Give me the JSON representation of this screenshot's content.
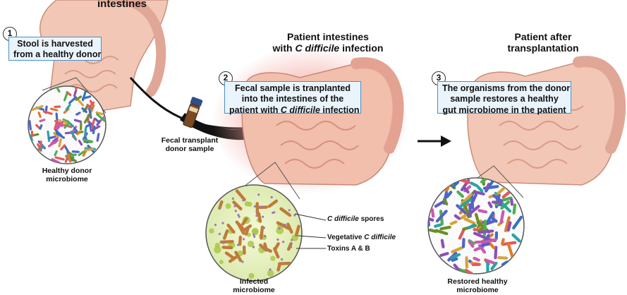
{
  "top_left_heading": "intestines",
  "step1": {
    "number": "1",
    "line1": "Stool is harvested",
    "line2": "from a healthy donor"
  },
  "healthy_donor_label": {
    "line1": "Healthy donor",
    "line2": "microbiome"
  },
  "transplant_label": {
    "line1": "Fecal transplant",
    "line2": "donor sample"
  },
  "infected_heading": {
    "line1": "Patient intestines",
    "line2_pre": "with ",
    "line2_italic": "C difficile",
    "line2_post": " infection"
  },
  "step2": {
    "number": "2",
    "line1": "Fecal sample is tranplanted",
    "line2": "into the intestines of the",
    "line3_pre": "patient with ",
    "line3_italic": "C difficile",
    "line3_post": " infection"
  },
  "legend": {
    "spores_italic": "C difficile",
    "spores_post": " spores",
    "vegetative_pre": "Vegetative ",
    "vegetative_italic": "C difficile",
    "toxins": "Toxins A & B"
  },
  "infected_label": {
    "line1": "Infected",
    "line2": "microbiome"
  },
  "after_heading": {
    "line1": "Patient after",
    "line2": "transplantation"
  },
  "step3": {
    "number": "3",
    "line1": "The organisms from the donor",
    "line2": "sample restores a healthy",
    "line3": "gut microbiome in the patient"
  },
  "restored_label": {
    "line1": "Restored healthy",
    "line2": "microbiome"
  },
  "colors": {
    "intestine_fill": "#f3c7b5",
    "intestine_stroke": "#c98f7c",
    "infected_glow": "#f2a7a0",
    "callout_border": "#4a8fc9",
    "callout_fill": "#eaf4fc",
    "arrow": "#111111",
    "spore_fill": "#a9c84a",
    "vegetative_rod": "#c07a3a",
    "toxin_dot": "#9a7ab8"
  }
}
